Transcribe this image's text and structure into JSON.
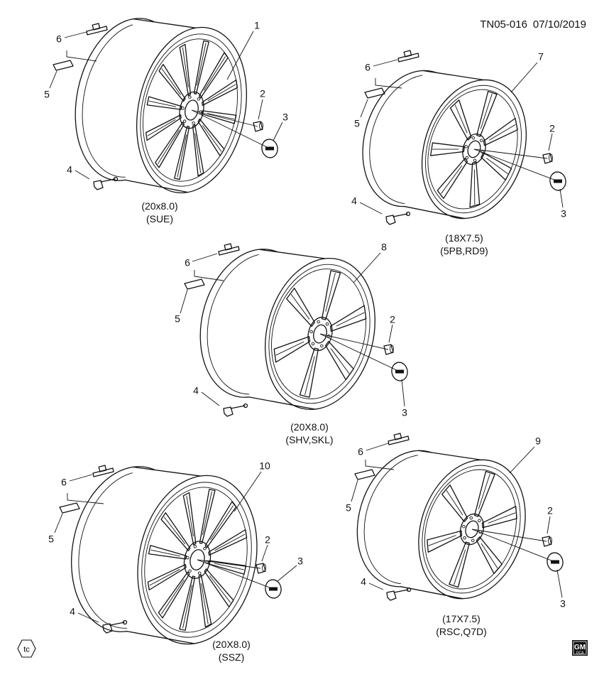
{
  "header": {
    "code": "TN05-016",
    "date": "07/10/2019"
  },
  "corner": {
    "tc_mark": "tc",
    "gm_logo": "GM",
    "gm_sub": "OCA"
  },
  "wheels": [
    {
      "id": "sue",
      "size": "(20x8.0)",
      "codes": "(SUE)",
      "labels": {
        "wheel": "1",
        "nut": "2",
        "cap": "3",
        "sensor": "4",
        "tape": "5",
        "weight": "6"
      }
    },
    {
      "id": "5pb",
      "size": "(18X7.5)",
      "codes": "(5PB,RD9)",
      "labels": {
        "wheel": "7",
        "nut": "2",
        "cap": "3",
        "sensor": "4",
        "tape": "5",
        "weight": "6"
      }
    },
    {
      "id": "shv",
      "size": "(20X8.0)",
      "codes": "(SHV,SKL)",
      "labels": {
        "wheel": "8",
        "nut": "2",
        "cap": "3",
        "sensor": "4",
        "tape": "5",
        "weight": "6"
      }
    },
    {
      "id": "ssz",
      "size": "(20X8.0)",
      "codes": "(SSZ)",
      "labels": {
        "wheel": "10",
        "nut": "2",
        "cap": "3",
        "sensor": "4",
        "tape": "5",
        "weight": "6"
      }
    },
    {
      "id": "rsc",
      "size": "(17X7.5)",
      "codes": "(RSC,Q7D)",
      "labels": {
        "wheel": "9",
        "nut": "2",
        "cap": "3",
        "sensor": "4",
        "tape": "5",
        "weight": "6"
      }
    }
  ]
}
